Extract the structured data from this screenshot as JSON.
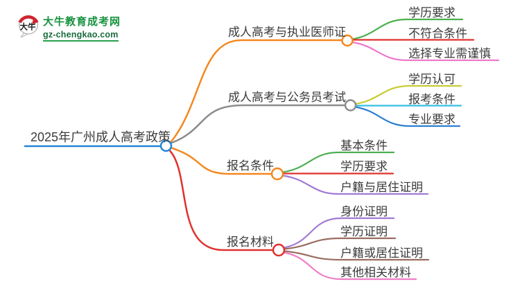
{
  "logo": {
    "site_name": "大牛教育成考网",
    "site_domain": "gz-chengkao.com",
    "icon_text": "大牛",
    "brand_color": "#17923f"
  },
  "root": {
    "label": "2025年广州成人高考政策",
    "color": "#2286d8"
  },
  "branches": [
    {
      "label": "成人高考与执业医师证",
      "color": "#f5871e",
      "children": [
        {
          "label": "学历要求",
          "color": "#4caf50"
        },
        {
          "label": "不符合条件",
          "color": "#e0312d"
        },
        {
          "label": "选择专业需谨慎",
          "color": "#ee78cc"
        }
      ]
    },
    {
      "label": "成人高考与公务员考试",
      "color": "#8c8c8c",
      "children": [
        {
          "label": "学历认可",
          "color": "#c5cc34"
        },
        {
          "label": "报考条件",
          "color": "#36bfe3"
        },
        {
          "label": "专业要求",
          "color": "#2b7fd2"
        }
      ]
    },
    {
      "label": "报名条件",
      "color": "#f5871e",
      "children": [
        {
          "label": "基本条件",
          "color": "#4caf50"
        },
        {
          "label": "学历要求",
          "color": "#e0312d"
        },
        {
          "label": "户籍与居住证明",
          "color": "#a179d4"
        }
      ]
    },
    {
      "label": "报名材料",
      "color": "#e0312d",
      "children": [
        {
          "label": "身份证明",
          "color": "#a179d4"
        },
        {
          "label": "学历证明",
          "color": "#9a6c60"
        },
        {
          "label": "户籍或居住证明",
          "color": "#9a6c60"
        },
        {
          "label": "其他相关材料",
          "color": "#ef7ec5"
        }
      ]
    }
  ]
}
